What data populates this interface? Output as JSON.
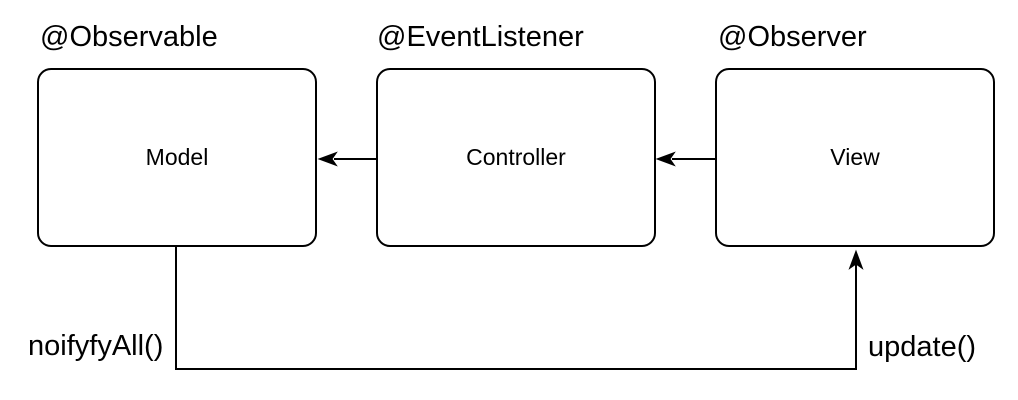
{
  "diagram": {
    "background": "#ffffff",
    "stroke_color": "#000000",
    "text_color": "#000000",
    "nodes": [
      {
        "annotation": "@Observable",
        "label": "Model"
      },
      {
        "annotation": "@EventListener",
        "label": "Controller"
      },
      {
        "annotation": "@Observer",
        "label": "View"
      }
    ],
    "edges": [
      {
        "from": "Controller",
        "to": "Model"
      },
      {
        "from": "View",
        "to": "Controller"
      },
      {
        "from": "Model",
        "to": "View",
        "start_label": "noifyfyAll()",
        "end_label": "update()"
      }
    ]
  }
}
